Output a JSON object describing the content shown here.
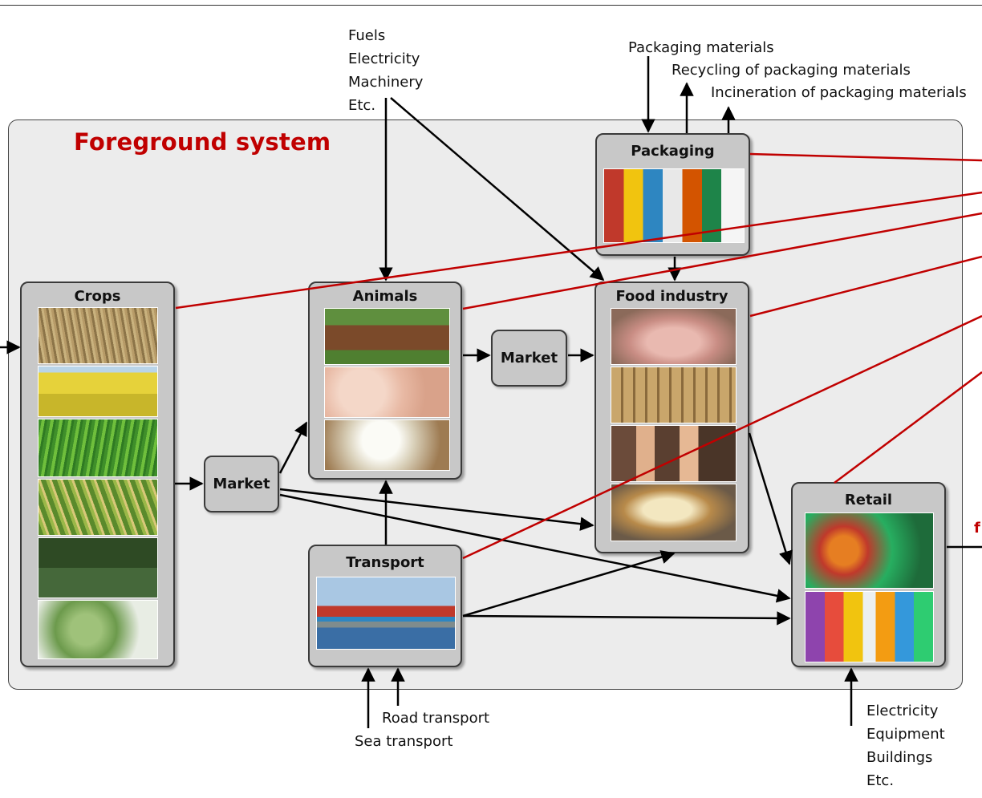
{
  "title": "Foreground system",
  "boxes": {
    "crops": "Crops",
    "animals": "Animals",
    "packaging": "Packaging",
    "food_industry": "Food industry",
    "transport": "Transport",
    "retail": "Retail",
    "market1": "Market",
    "market2": "Market"
  },
  "inputs": {
    "animals_top": [
      "Fuels",
      "Electricity",
      "Machinery",
      "Etc."
    ],
    "packaging_top": [
      "Packaging materials",
      "Recycling of packaging materials",
      "Incineration of packaging materials"
    ],
    "transport_bottom": [
      "Road transport",
      "Sea transport"
    ],
    "retail_bottom": [
      "Electricity",
      "Equipment",
      "Buildings",
      "Etc."
    ]
  },
  "right_edge_label": "f",
  "images": {
    "crops": [
      "wheat-field",
      "rapeseed-field",
      "grass-field",
      "maize-field",
      "oil-palm-plantation",
      "soybean-pods"
    ],
    "animals": [
      "cow",
      "pigs",
      "chickens"
    ],
    "packaging": [
      "packaged-groceries"
    ],
    "food_industry": [
      "sausages",
      "cheese-wheels",
      "poultry-processing",
      "cheese-making-vat"
    ],
    "transport": [
      "container-ship"
    ],
    "retail": [
      "fruit-vegetable-display",
      "supermarket-aisle"
    ]
  },
  "colors": {
    "accent_red": "#c00000",
    "box_fill": "#c8c8c8",
    "system_fill": "#ececec"
  }
}
